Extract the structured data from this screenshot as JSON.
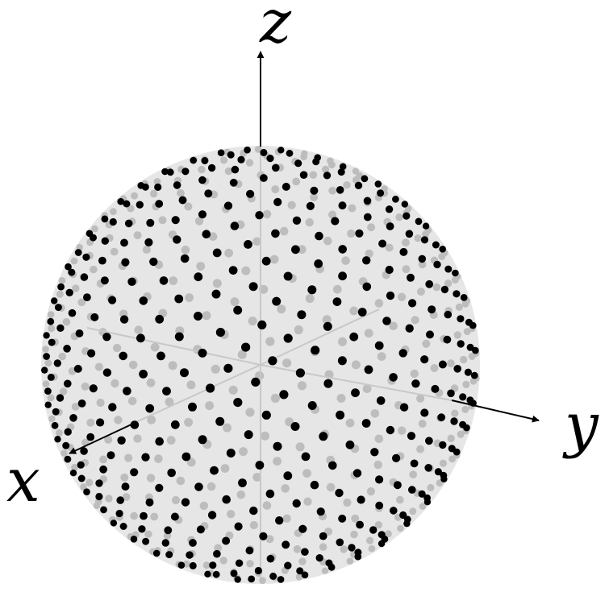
{
  "figure": {
    "axes": [
      {
        "name": "x",
        "label": "x"
      },
      {
        "name": "y",
        "label": "y"
      },
      {
        "name": "z",
        "label": "z"
      }
    ],
    "sphere": {
      "fill_color": "#e6e6e6",
      "point_color_front": "#000000",
      "point_color_back": "#bdbdbd",
      "point_count": 720,
      "distribution": "fibonacci-spiral"
    },
    "colors": {
      "axis_arrow": "#000000",
      "axis_inner": "#c8c8c8"
    }
  }
}
